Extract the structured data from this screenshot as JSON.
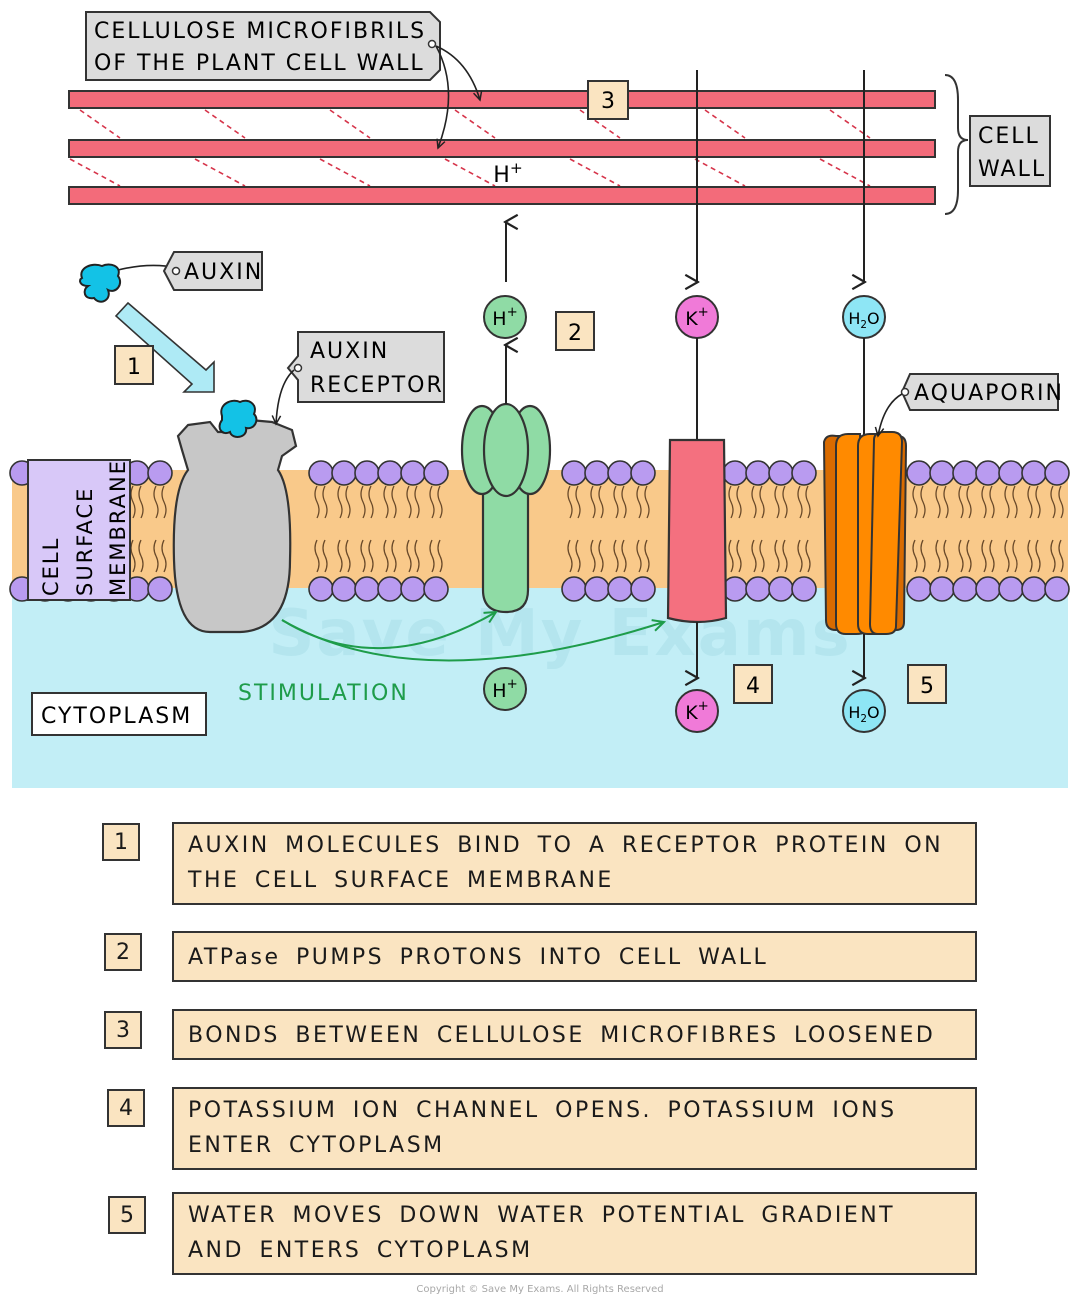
{
  "labels": {
    "cellulose": [
      "CELLULOSE MICROFIBRILS",
      "OF THE PLANT CELL WALL"
    ],
    "cell_wall": [
      "CELL",
      "WALL"
    ],
    "auxin": "AUXIN",
    "auxin_receptor": [
      "AUXIN",
      "RECEPTOR"
    ],
    "aquaporin": "AQUAPORIN",
    "cell_surface_membrane": [
      "CELL",
      "SURFACE",
      "MEMBRANE"
    ],
    "cytoplasm": "CYTOPLASM",
    "stimulation": "STIMULATION",
    "watermark": "Save My Exams"
  },
  "diagram_markers": [
    "1",
    "2",
    "3",
    "4",
    "5"
  ],
  "ions": {
    "h_wall": "H+",
    "h": "H+",
    "k": "K+",
    "h2o": "H2O"
  },
  "colors": {
    "fibril": "#f36b7a",
    "membrane_core": "#f9c98a",
    "phospholipid_head": "#b99bf0",
    "cytoplasm": "#c2eef6",
    "receptor": "#c7c7c7",
    "auxin": "#13c2e6",
    "atpase": "#8fdba5",
    "k_channel": "#f4707f",
    "aquaporin": "#ff8a00",
    "step_box": "#fae4c1",
    "stimulation_arrow": "#1e9c4a"
  },
  "steps": [
    {
      "num": "1",
      "text": "AUXIN MOLECULES BIND TO A RECEPTOR PROTEIN ON THE CELL SURFACE MEMBRANE"
    },
    {
      "num": "2",
      "text": "ATPase PUMPS PROTONS INTO CELL WALL"
    },
    {
      "num": "3",
      "text": "BONDS BETWEEN CELLULOSE MICROFIBRES LOOSENED"
    },
    {
      "num": "4",
      "text": "POTASSIUM ION CHANNEL OPENS. POTASSIUM IONS ENTER CYTOPLASM"
    },
    {
      "num": "5",
      "text": "WATER MOVES DOWN WATER POTENTIAL GRADIENT AND ENTERS CYTOPLASM"
    }
  ],
  "copyright": "Copyright © Save My Exams. All Rights Reserved"
}
